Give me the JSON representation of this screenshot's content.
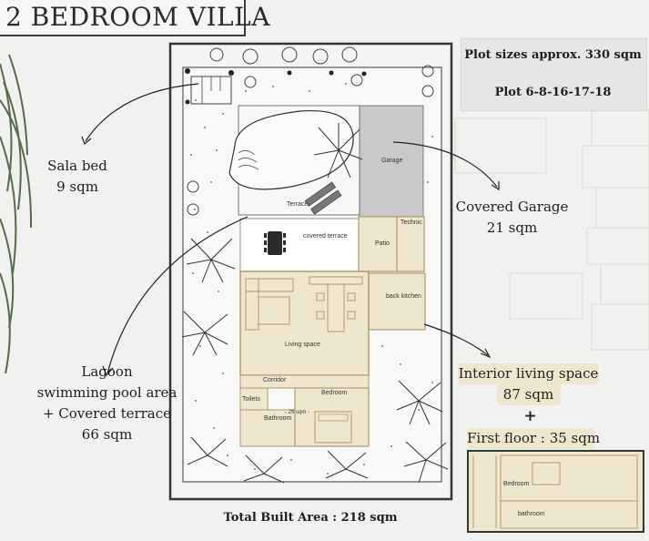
{
  "page": {
    "title": "2 BEDROOM VILLA",
    "faded_header": "............",
    "plot_sizes": "Plot sizes approx. 330 sqm",
    "plot_numbers": "Plot 6-8-16-17-18",
    "total_built_area": "Total Built Area : 218 sqm"
  },
  "labels": {
    "sala_bed": "Sala bed",
    "sala_bed_area": "9 sqm",
    "covered_garage": "Covered Garage",
    "covered_garage_area": "21 sqm",
    "lagoon_line1": "Lagoon",
    "lagoon_line2": "swimming pool area",
    "lagoon_line3": "+ Covered terrace",
    "lagoon_area": "66 sqm",
    "interior_living": "Interior living space",
    "interior_living_area": "87 sqm",
    "plus_sign": "+",
    "first_floor": "First floor : 35 sqm"
  },
  "rooms": {
    "garage": "Garage",
    "terrace": "Terrace",
    "covered_terrace": "covered terrace",
    "technic": "Technic",
    "patio": "Patio",
    "back_kitchen": "back kitchen",
    "living_space": "Living space",
    "corridor": "Corridor",
    "toilets": "Toilets",
    "bedroom": "Bedroom",
    "bedroom_area": "- 29 sqm -",
    "bathroom": "Bathroom",
    "ff_bedroom": "Bedroom",
    "ff_bathroom": "bathroom"
  },
  "colors": {
    "room_fill": "#efe6cf",
    "wall": "#b09a6e",
    "frame": "#2f3a33",
    "garage_fill": "#c9c9c9",
    "pool_fill": "#f7f7f7"
  }
}
